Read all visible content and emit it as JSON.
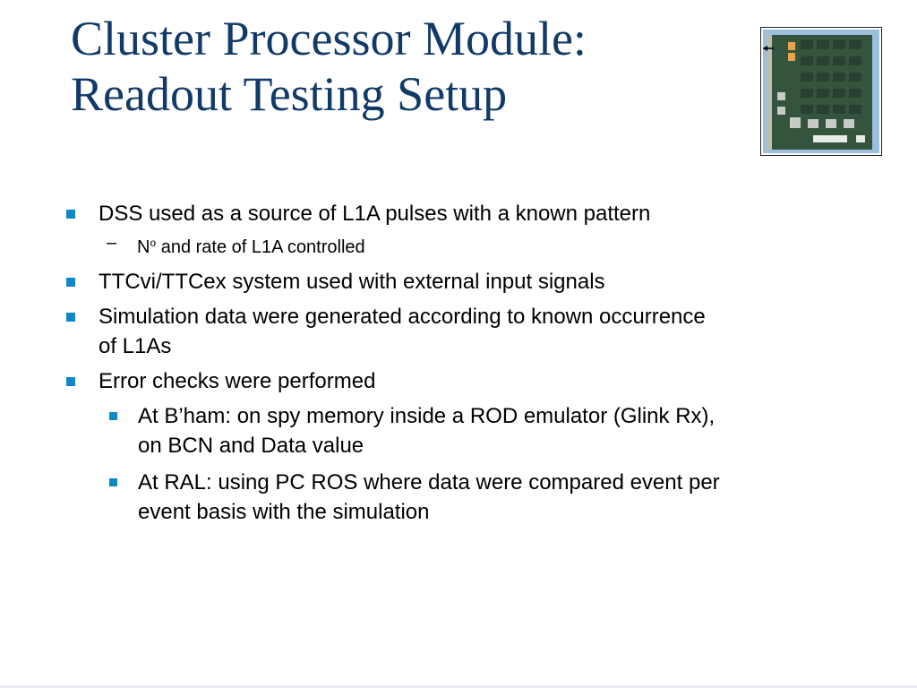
{
  "slide": {
    "title_line1": "Cluster Processor Module:",
    "title_line2": "Readout Testing Setup"
  },
  "image": {
    "icon": "pcb-board-photo-icon",
    "colors": {
      "board": "#34543d",
      "background": "#9bbfdc",
      "connector": "#e8a44e"
    }
  },
  "bullets": {
    "item1": "DSS used as a source of L1A pulses with a known pattern",
    "item1_sub_dash": "–",
    "item1_sub_N": "N",
    "item1_sub_o": "o",
    "item1_sub_rest": " and rate of L1A controlled",
    "item2": "TTCvi/TTCex system used with external input signals",
    "item3_line1": "Simulation data were generated  according to known occurrence",
    "item3_line2": "of L1As",
    "item4": "Error checks were performed",
    "item4_sub1_line1": "At B’ham:  on spy memory inside a ROD emulator (Glink Rx),",
    "item4_sub1_line2": "on BCN and Data value",
    "item4_sub2_line1": "At RAL: using PC ROS where data were compared event per",
    "item4_sub2_line2": "event basis with the simulation"
  },
  "colors": {
    "title": "#123a68",
    "bullet": "#0f86c6",
    "text": "#000000"
  }
}
